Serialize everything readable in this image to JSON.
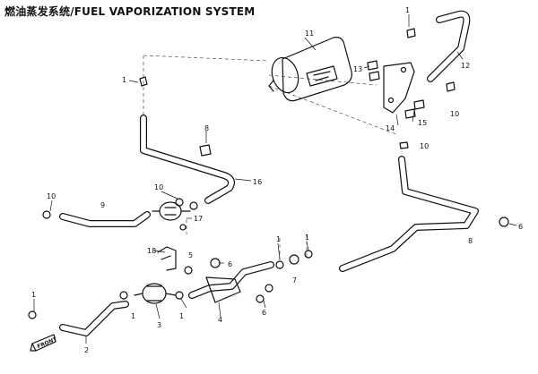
{
  "title": "燃油蒸发系统/FUEL VAPORIZATION SYSTEM",
  "front_marker": "FRONT",
  "callouts": {
    "c1_top": "1",
    "c11": "11",
    "c12": "12",
    "c13": "13",
    "c10_right": "10",
    "c14": "14",
    "c15": "15",
    "c1_upper_left": "1",
    "c8_left": "8",
    "c16": "16",
    "c10_mid": "10",
    "c10_center": "10",
    "c10_left": "10",
    "c9": "9",
    "c17": "17",
    "c6_right": "6",
    "c8_right": "8",
    "c18": "18",
    "c5": "5",
    "c6_center": "6",
    "c1_center_a": "1",
    "c1_center_b": "1",
    "c7": "7",
    "c6_low": "6",
    "c1_left": "1",
    "c1_lower": "1",
    "c1_low_mid": "1",
    "c2": "2",
    "c3": "3",
    "c4": "4"
  }
}
